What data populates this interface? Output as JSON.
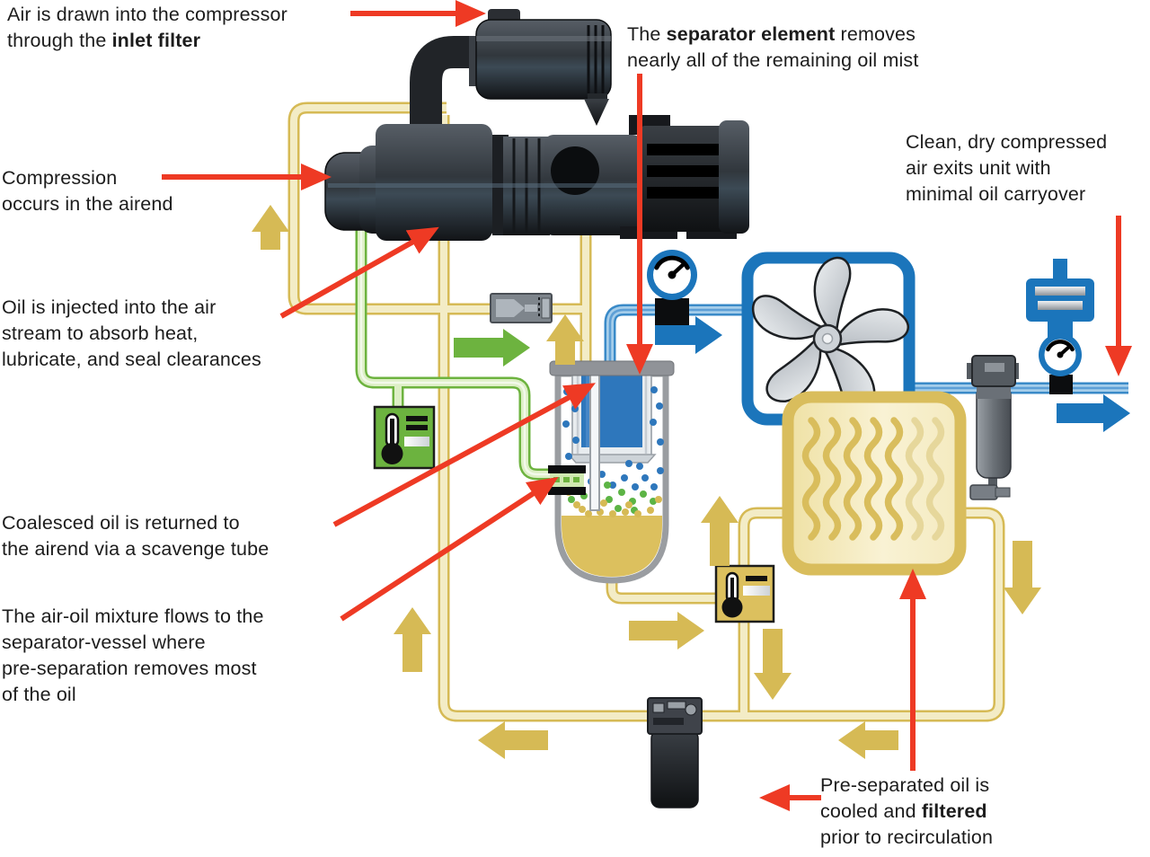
{
  "labels": {
    "inlet": {
      "pre": "Air is drawn into the compressor\nthrough the ",
      "bold": "inlet filter",
      "post": ""
    },
    "separator": {
      "pre": "The ",
      "bold": "separator element",
      "post": " removes\nnearly all of the remaining oil mist"
    },
    "compression": {
      "pre": "Compression\noccurs in the airend",
      "bold": "",
      "post": ""
    },
    "injection": {
      "pre": "Oil is injected into the air\nstream to absorb heat,\nlubricate, and seal clearances",
      "bold": "",
      "post": ""
    },
    "clean_air": {
      "pre": "Clean, dry compressed\nair exits unit with\nminimal oil carryover",
      "bold": "",
      "post": ""
    },
    "scavenge": {
      "pre": "Coalesced oil is returned to\nthe airend via a scavenge tube",
      "bold": "",
      "post": ""
    },
    "mixture": {
      "pre": "The air-oil mixture flows to the\nseparator-vessel where\npre-separation removes most\nof the oil",
      "bold": "",
      "post": ""
    },
    "recirculation": {
      "pre": "Pre-separated oil is\ncooled and ",
      "bold": "filtered",
      "post": "\nprior to recirculation"
    }
  },
  "components": {
    "icons": [
      "inlet-filter-icon",
      "airend-icon",
      "separator-vessel-icon",
      "separator-element-icon",
      "scavenge-tube-icon",
      "cooling-fan-icon",
      "oil-cooler-icon",
      "oil-filter-icon",
      "discharge-air-filter-icon",
      "pressure-gauge-icon",
      "thermostatic-valve-icon",
      "minimum-pressure-valve-icon",
      "vent-valve-icon",
      "thermometer-icon"
    ]
  },
  "colors": {
    "annotation_red": "#ee3a24",
    "oil_yellow": "#d6ba55",
    "oil_fill": "#f3ecc6",
    "air_blue": "#1b75bb",
    "inject_green": "#6db33f",
    "component_dark": "#2f343a",
    "text_black": "#1c1c1c"
  }
}
